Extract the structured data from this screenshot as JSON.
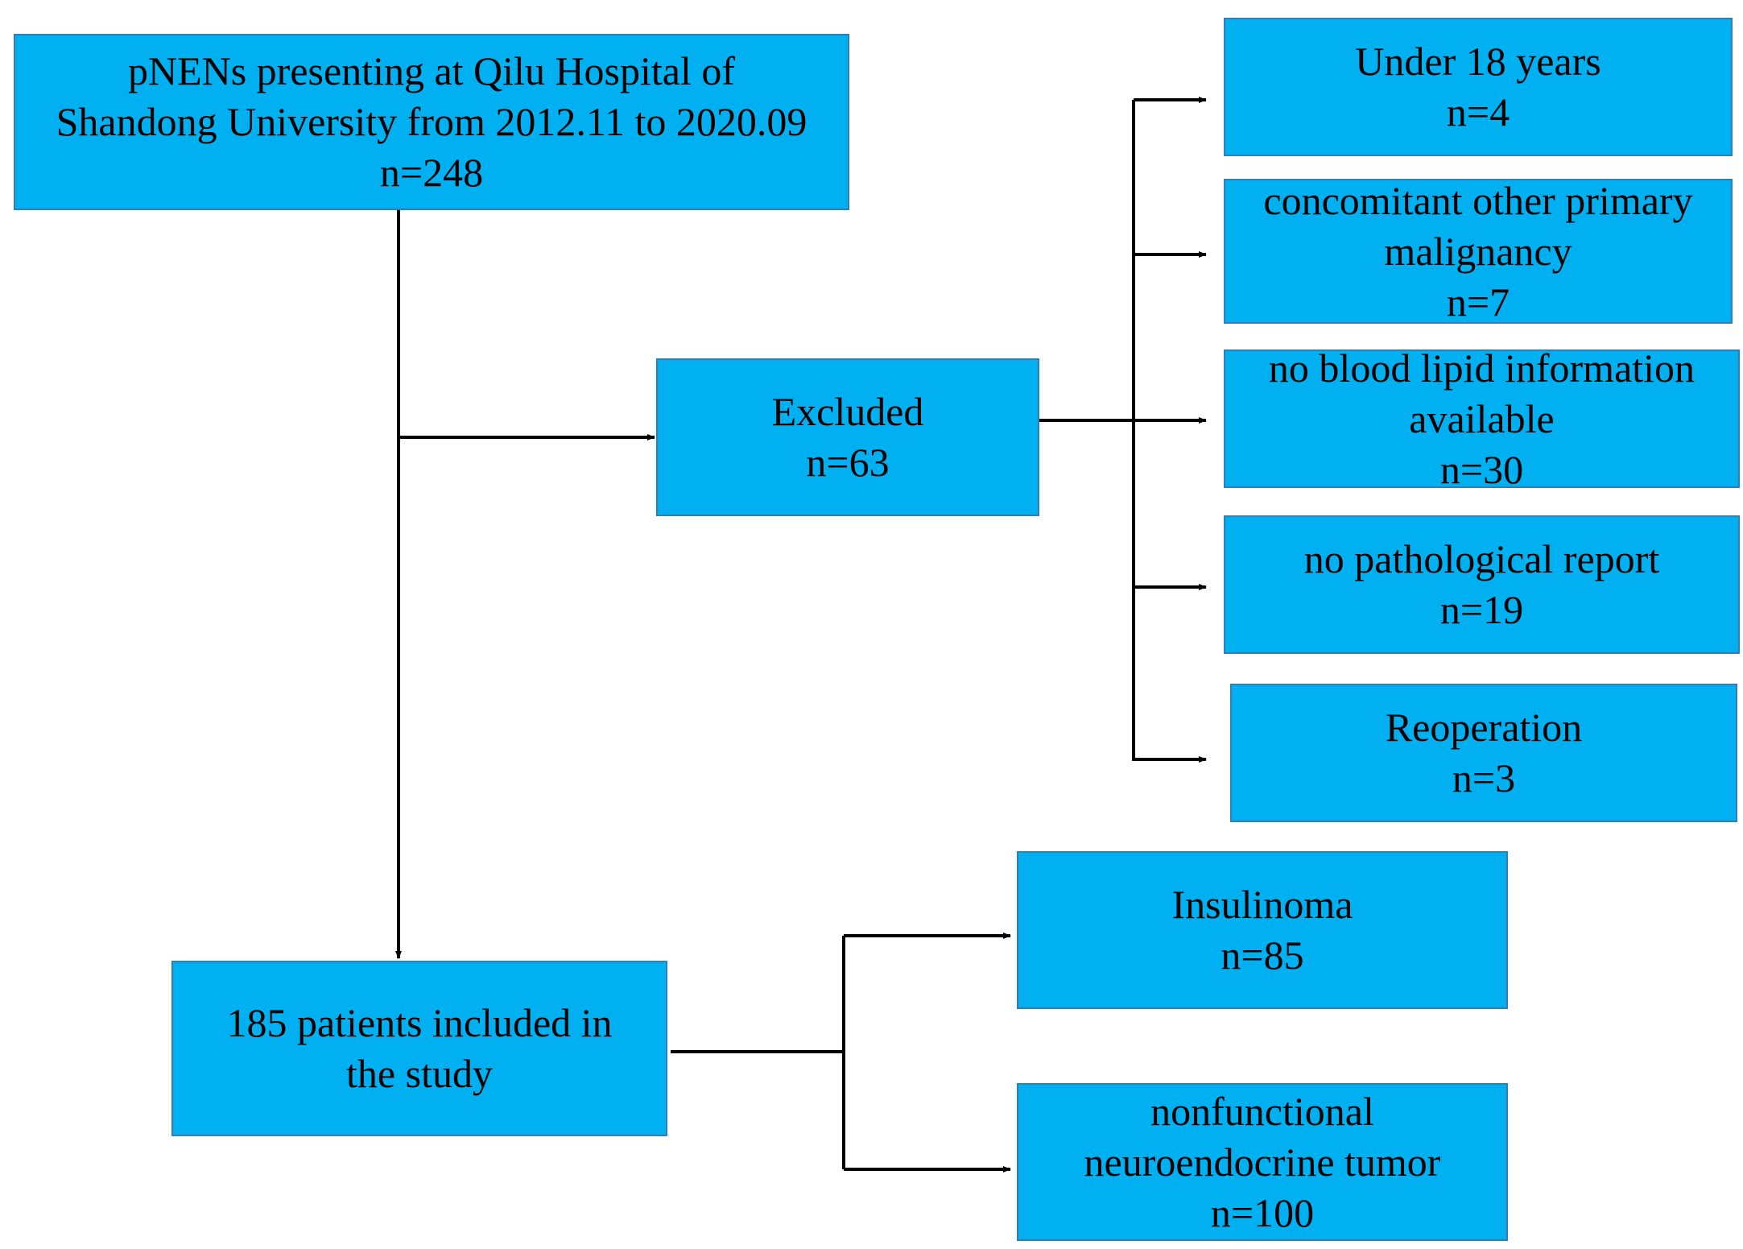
{
  "nodes": {
    "source": {
      "lines": [
        "pNENs presenting at Qilu Hospital of",
        "Shandong University from 2012.11 to 2020.09"
      ],
      "count": "n=248"
    },
    "excluded": {
      "lines": [
        "Excluded"
      ],
      "count": "n=63"
    },
    "under18": {
      "lines": [
        "Under 18 years"
      ],
      "count": "n=4"
    },
    "malignancy": {
      "lines": [
        "concomitant other primary",
        "malignancy"
      ],
      "count": "n=7"
    },
    "no_lipid": {
      "lines": [
        "no  blood lipid information",
        "available"
      ],
      "count": "n=30"
    },
    "no_pathology": {
      "lines": [
        "no pathological report"
      ],
      "count": "n=19"
    },
    "reoperation": {
      "lines": [
        "Reoperation"
      ],
      "count": "n=3"
    },
    "included": {
      "lines": [
        "185 patients included in",
        "the study"
      ]
    },
    "insulinoma": {
      "lines": [
        "Insulinoma"
      ],
      "count": "n=85"
    },
    "nonfunctional": {
      "lines": [
        "nonfunctional",
        "neuroendocrine tumor"
      ],
      "count": "n=100"
    }
  },
  "colors": {
    "box_fill": "#00b0f0",
    "box_border": "#2f7fb5",
    "connector": "#000000"
  }
}
